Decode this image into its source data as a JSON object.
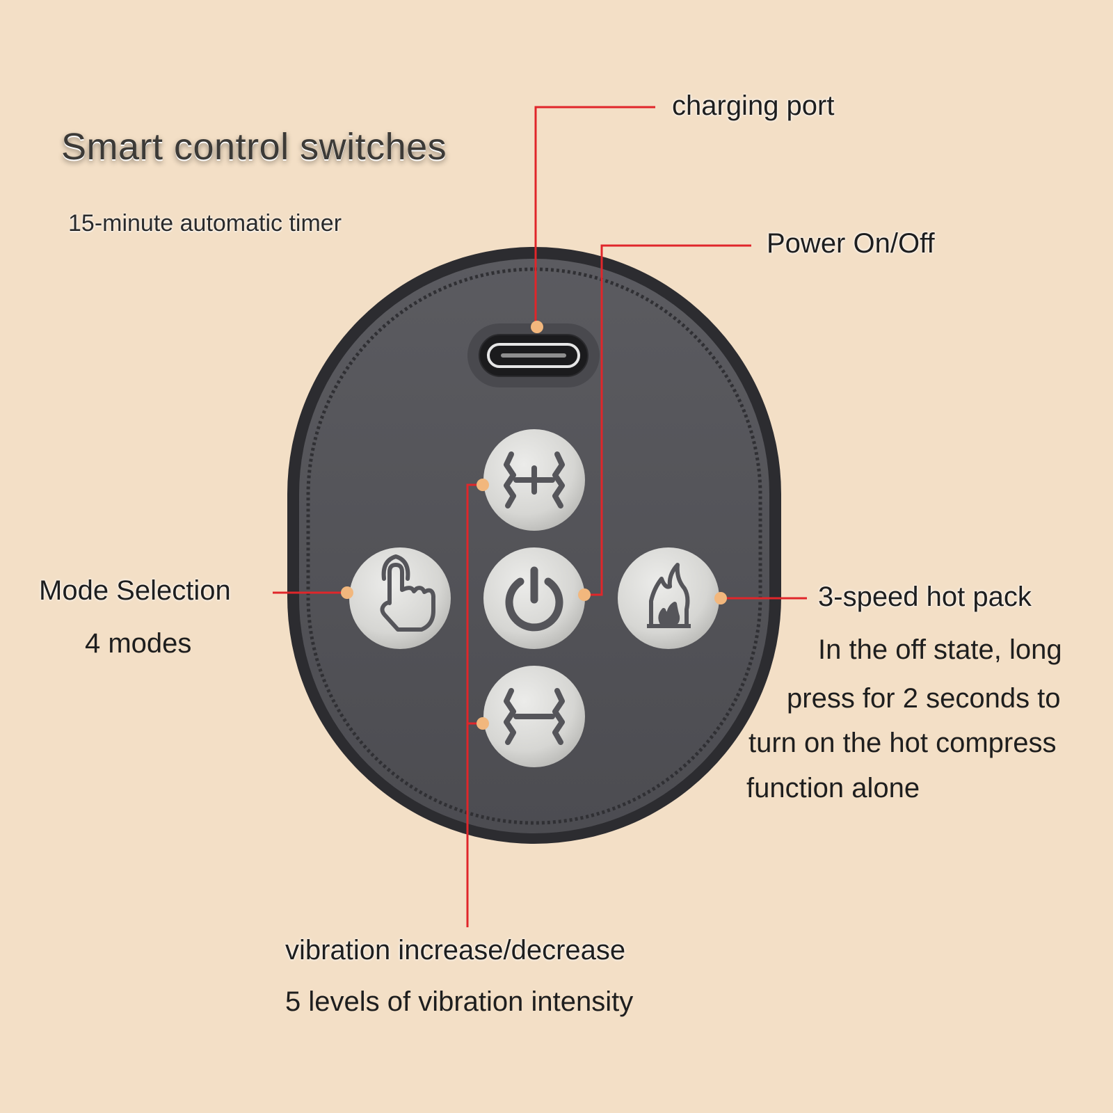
{
  "heading": {
    "title": "Smart control switches",
    "subtitle": "15-minute automatic timer"
  },
  "callouts": {
    "charging_port": "charging port",
    "power": "Power On/Off",
    "mode": "Mode Selection",
    "mode_sub": "4 modes",
    "heat": "3-speed hot pack",
    "heat_note_1": "In the off state, long",
    "heat_note_2": "press for 2 seconds to",
    "heat_note_3": "turn on the hot compress",
    "heat_note_4": "function alone",
    "vibration": "vibration increase/decrease",
    "vibration_sub": "5 levels of vibration intensity"
  },
  "colors": {
    "background": "#f3dfc6",
    "device_body": "#545459",
    "device_rim": "#2f2f33",
    "button_face": "#d9d9d6",
    "icon": "#55555a",
    "leader_line": "#e0262a",
    "anchor_dot": "#f2b77d"
  },
  "buttons": [
    {
      "name": "vibration-increase",
      "icon": "vibration-plus-icon"
    },
    {
      "name": "mode",
      "icon": "hand-touch-icon"
    },
    {
      "name": "power",
      "icon": "power-icon"
    },
    {
      "name": "heat",
      "icon": "flame-icon"
    },
    {
      "name": "vibration-decrease",
      "icon": "vibration-minus-icon"
    }
  ]
}
